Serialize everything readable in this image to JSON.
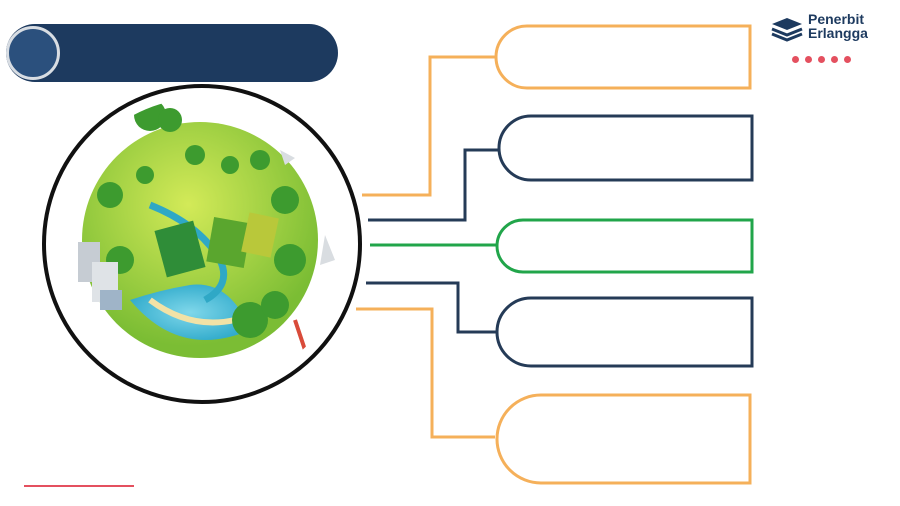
{
  "title_bar": {
    "text": ""
  },
  "logo": {
    "line1": "Penerbit",
    "line2": "Erlangga",
    "dot_color": "#e4505f"
  },
  "branches": [
    {
      "label": "",
      "color": "#f5b05a"
    },
    {
      "label": "",
      "color": "#253b57"
    },
    {
      "label": "",
      "color": "#21a54a"
    },
    {
      "label": "",
      "color": "#253b57"
    },
    {
      "label": "",
      "color": "#f5b05a"
    }
  ],
  "colors": {
    "navy": "#1d3a5f",
    "accent": "#e4505f"
  },
  "central_image": {
    "icon": "earth-globe-illustration"
  }
}
